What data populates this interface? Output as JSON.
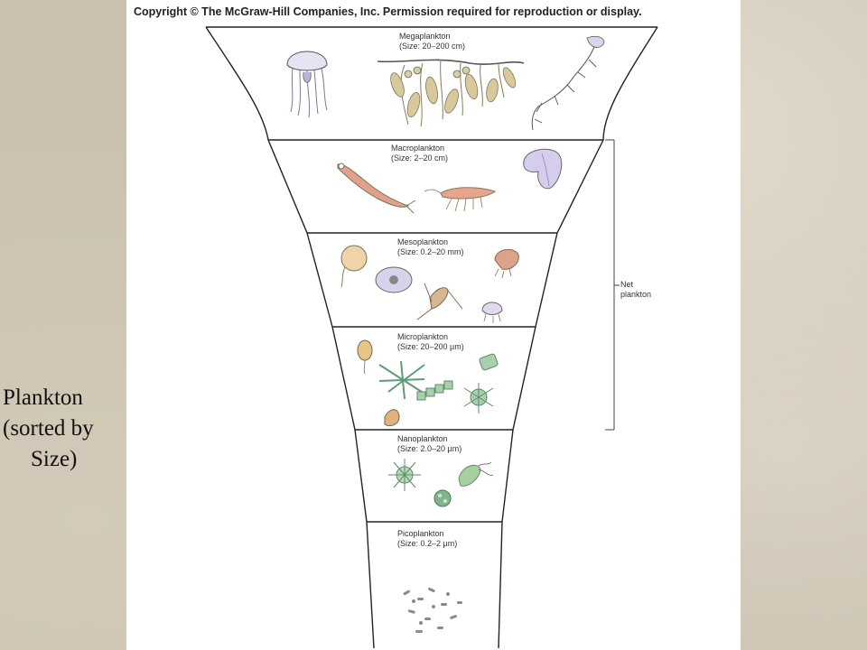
{
  "slide": {
    "title_lines": [
      "Plankton",
      "(sorted by",
      "Size)"
    ]
  },
  "figure": {
    "copyright": "Copyright © The McGraw-Hill Companies, Inc. Permission required for reproduction or display.",
    "levels": [
      {
        "name": "Megaplankton",
        "size": "(Size: 20–200 cm)"
      },
      {
        "name": "Macroplankton",
        "size": "(Size: 2–20 cm)"
      },
      {
        "name": "Mesoplankton",
        "size": "(Size: 0.2–20 mm)"
      },
      {
        "name": "Microplankton",
        "size": "(Size: 20–200 µm)"
      },
      {
        "name": "Nanoplankton",
        "size": "(Size: 2.0–20 µm)"
      },
      {
        "name": "Picoplankton",
        "size": "(Size: 0.2–2 µm)"
      }
    ],
    "bracket_label": [
      "Net",
      "plankton"
    ]
  },
  "colors": {
    "funnel_stroke": "#222222",
    "jelly": "#b9b3d9",
    "seaweed": "#c7b07a",
    "krill": "#d9866b",
    "diatom": "#8fbf9a",
    "copepod": "#c79b70"
  }
}
